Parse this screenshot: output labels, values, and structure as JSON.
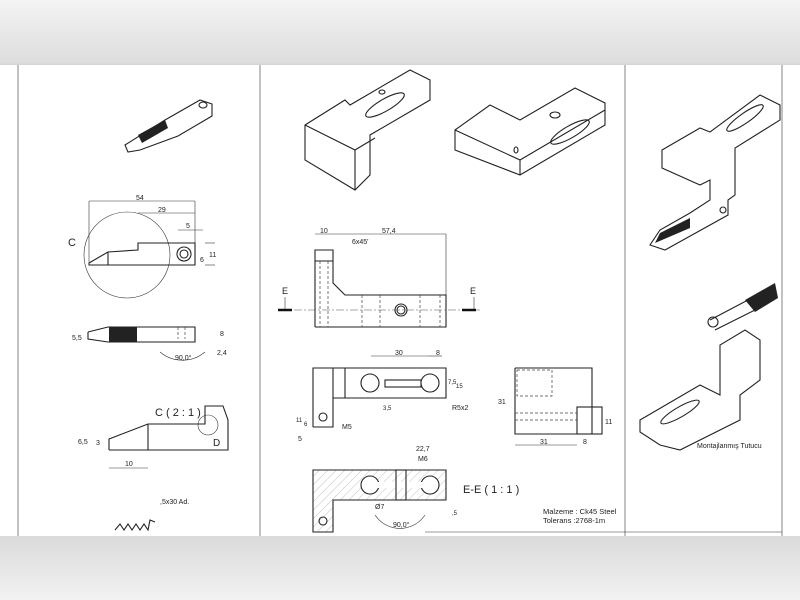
{
  "left_panel": {
    "detail_c_label": "C",
    "dims_side": [
      "54",
      "29",
      "5",
      "6",
      "11"
    ],
    "dims_top": [
      "5,5",
      "8",
      "2,4",
      "90,0°"
    ],
    "detail_view_title": "C ( 2 : 1 )",
    "detail_d_label": "D",
    "dims_detail": [
      "6,5",
      "3",
      "10"
    ],
    "thread_note": ",5x30 Ad."
  },
  "middle_panel": {
    "front_dims": [
      "10",
      "57,4",
      "6x45'"
    ],
    "section_marker": "E",
    "top_dims": [
      "30",
      "8",
      "7,5",
      "15",
      "3,5",
      "R5x2",
      "11",
      "6",
      "5"
    ],
    "m5_label": "M5",
    "side_dims": [
      "31",
      "11",
      "31",
      "8"
    ],
    "section_dims": [
      "22,7",
      "M6",
      "Ø7",
      "90,0°",
      ",5"
    ],
    "section_title": "E-E ( 1 : 1 )",
    "material": "Malzeme : Ck45 Steel",
    "tolerance": "Tolerans :2768-1m"
  },
  "right_panel": {
    "assembly_label": "Montajlanmış Tutucu"
  }
}
